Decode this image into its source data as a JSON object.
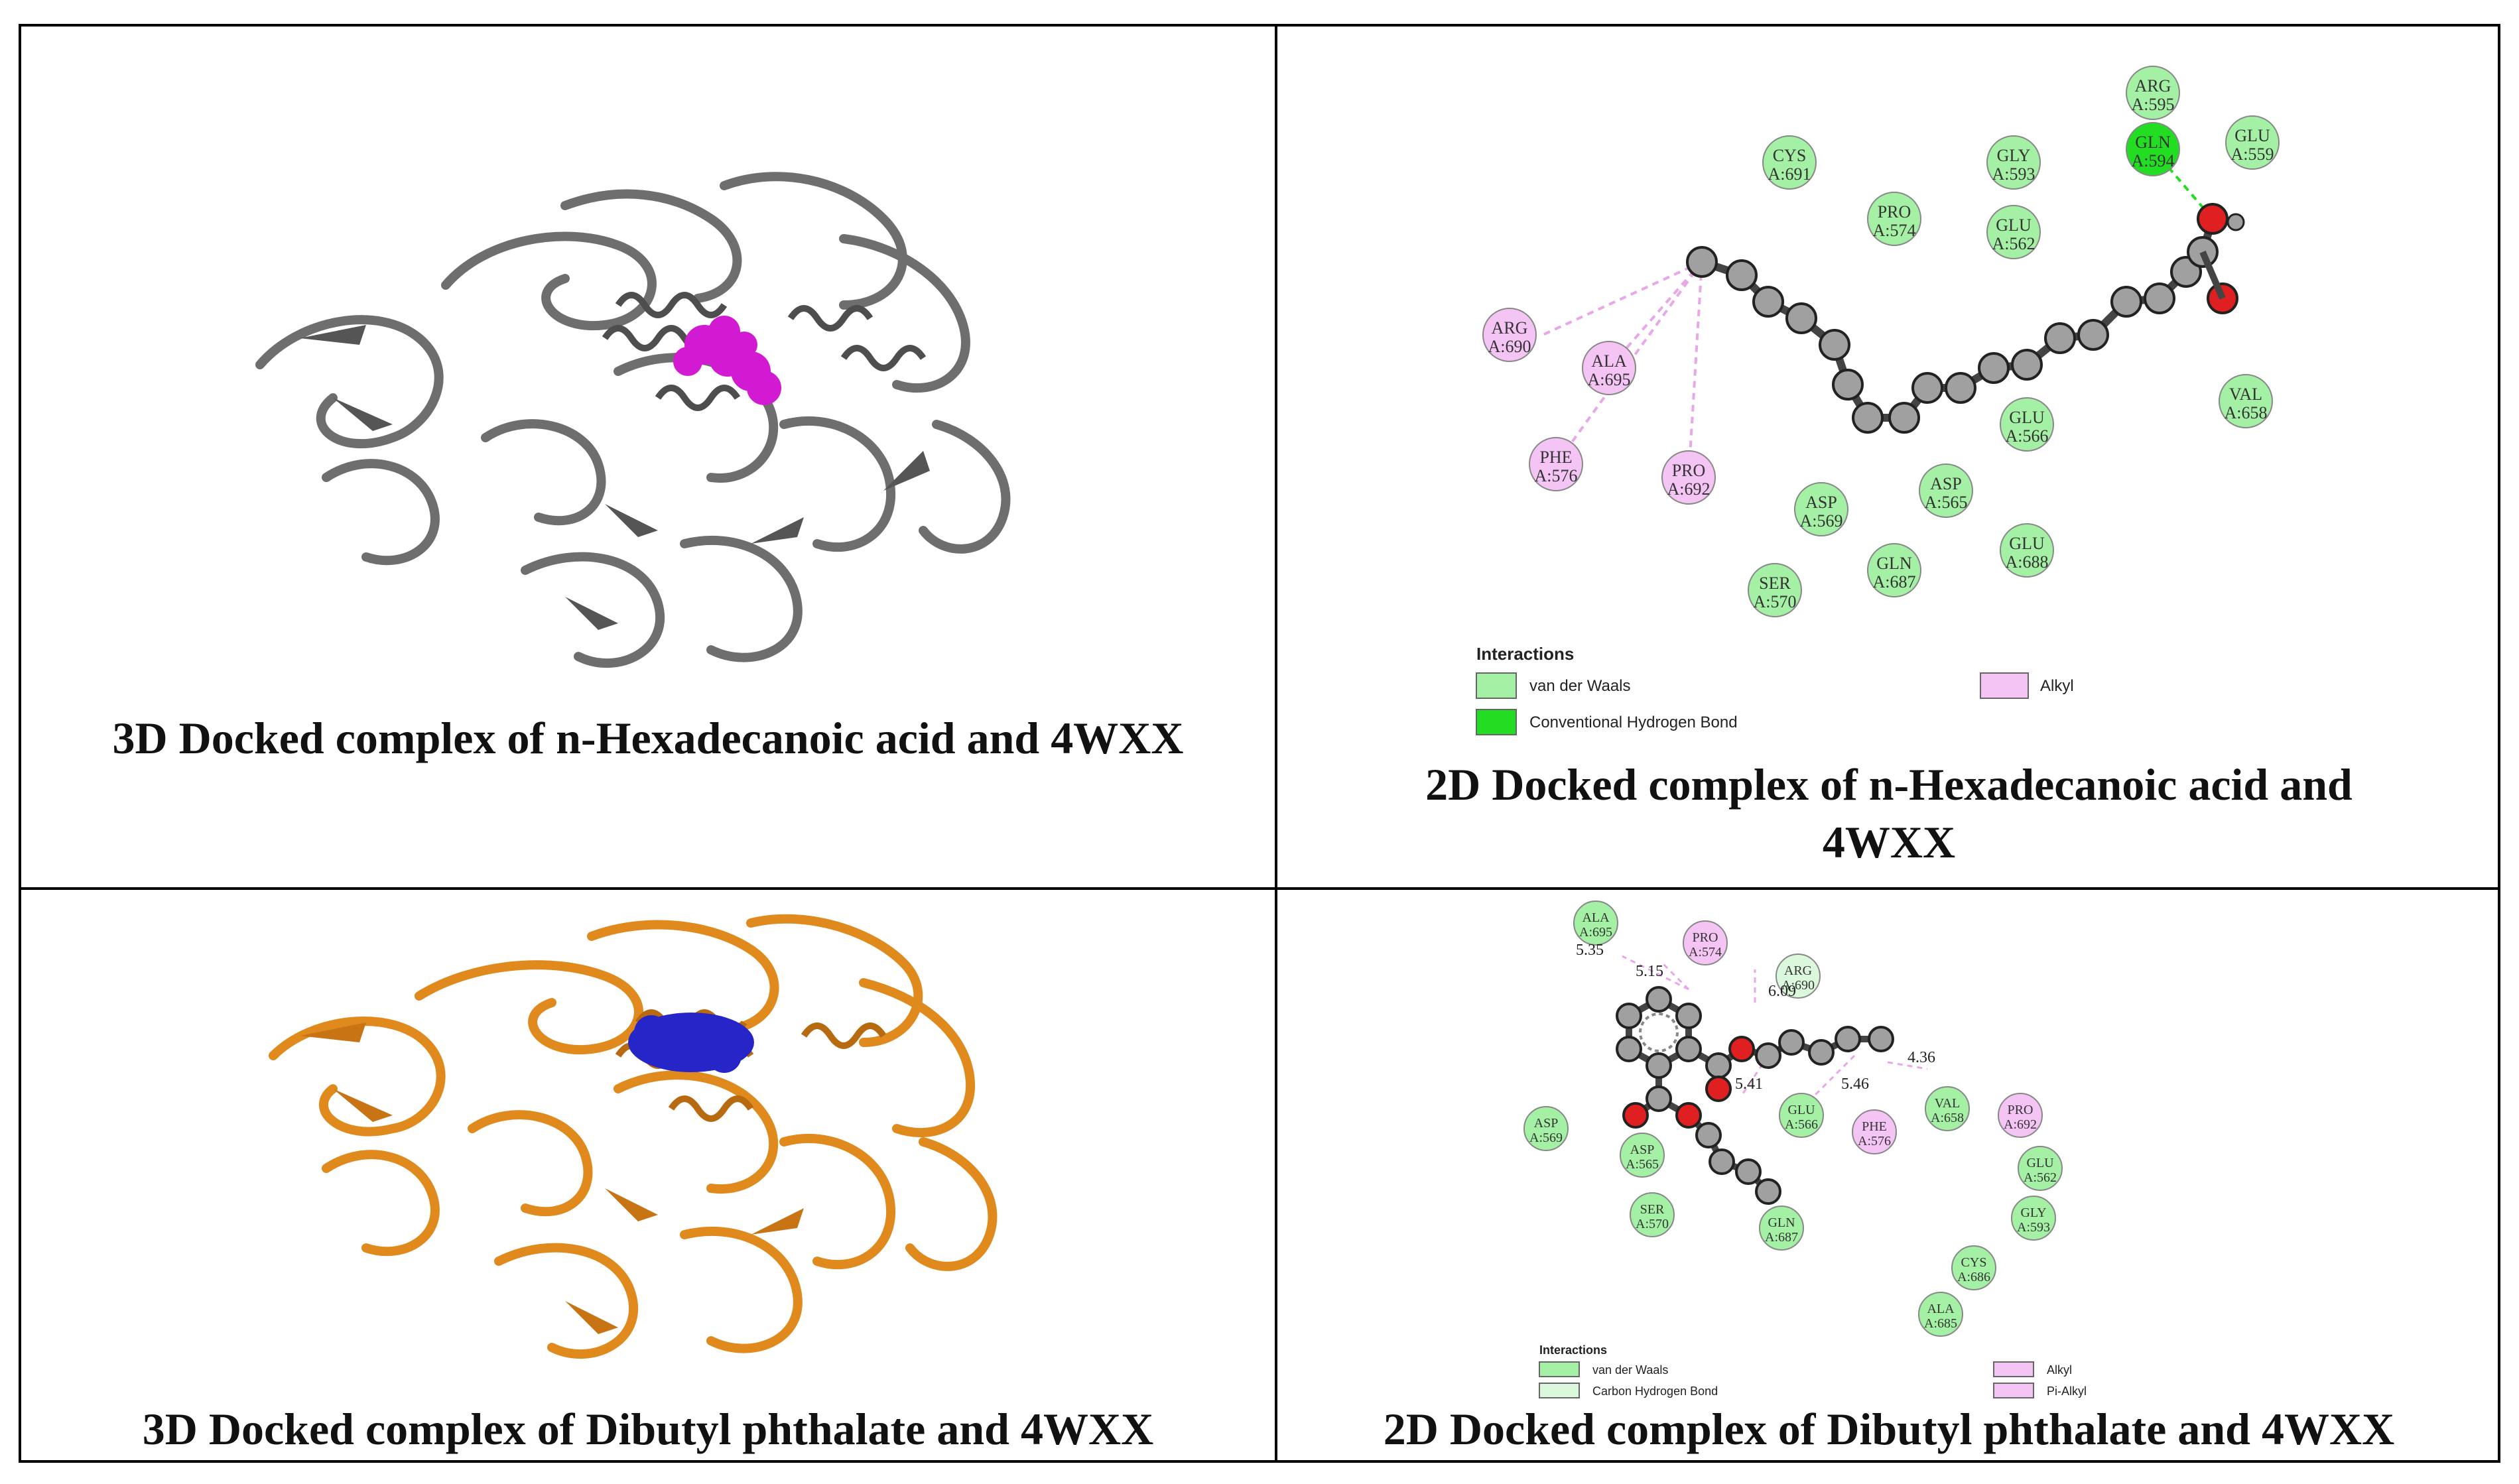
{
  "panels": {
    "top_left": {
      "caption": "3D Docked complex of n-Hexadecanoic acid and 4WXX",
      "protein_color": "#6e6e6e",
      "ligand_color": "#d21ad2"
    },
    "top_right": {
      "caption_line1": "2D Docked complex of n-Hexadecanoic acid and",
      "caption_line2": "4WXX",
      "residues": [
        {
          "name": "ARG",
          "id": "A:595",
          "type": "vdw"
        },
        {
          "name": "GLU",
          "id": "A:559",
          "type": "vdw"
        },
        {
          "name": "GLN",
          "id": "A:594",
          "type": "hbond"
        },
        {
          "name": "GLY",
          "id": "A:593",
          "type": "vdw"
        },
        {
          "name": "CYS",
          "id": "A:691",
          "type": "vdw"
        },
        {
          "name": "PRO",
          "id": "A:574",
          "type": "vdw"
        },
        {
          "name": "GLU",
          "id": "A:562",
          "type": "vdw"
        },
        {
          "name": "ARG",
          "id": "A:690",
          "type": "alkyl"
        },
        {
          "name": "ALA",
          "id": "A:695",
          "type": "alkyl"
        },
        {
          "name": "PHE",
          "id": "A:576",
          "type": "alkyl"
        },
        {
          "name": "PRO",
          "id": "A:692",
          "type": "alkyl"
        },
        {
          "name": "VAL",
          "id": "A:658",
          "type": "vdw"
        },
        {
          "name": "GLU",
          "id": "A:566",
          "type": "vdw"
        },
        {
          "name": "ASP",
          "id": "A:565",
          "type": "vdw"
        },
        {
          "name": "ASP",
          "id": "A:569",
          "type": "vdw"
        },
        {
          "name": "GLU",
          "id": "A:688",
          "type": "vdw"
        },
        {
          "name": "GLN",
          "id": "A:687",
          "type": "vdw"
        },
        {
          "name": "SER",
          "id": "A:570",
          "type": "vdw"
        }
      ],
      "legend": {
        "title": "Interactions",
        "items": [
          {
            "label": "van der Waals",
            "color": "#a4f0a4"
          },
          {
            "label": "Conventional Hydrogen Bond",
            "color": "#22dd22"
          },
          {
            "label": "Alkyl",
            "color": "#f4c4f4"
          }
        ]
      }
    },
    "bottom_left": {
      "caption": "3D Docked complex of Dibutyl phthalate and 4WXX",
      "protein_color": "#e08a1e",
      "ligand_color": "#2626c8"
    },
    "bottom_right": {
      "caption": "2D Docked complex of Dibutyl phthalate and 4WXX",
      "residues": [
        {
          "name": "ALA",
          "id": "A:695",
          "type": "vdw"
        },
        {
          "name": "PRO",
          "id": "A:574",
          "type": "alkyl"
        },
        {
          "name": "ARG",
          "id": "A:690",
          "type": "chbond"
        },
        {
          "name": "ASP",
          "id": "A:569",
          "type": "vdw"
        },
        {
          "name": "ASP",
          "id": "A:565",
          "type": "vdw"
        },
        {
          "name": "SER",
          "id": "A:570",
          "type": "vdw"
        },
        {
          "name": "GLN",
          "id": "A:687",
          "type": "vdw"
        },
        {
          "name": "GLU",
          "id": "A:566",
          "type": "vdw"
        },
        {
          "name": "PHE",
          "id": "A:576",
          "type": "alkyl"
        },
        {
          "name": "VAL",
          "id": "A:658",
          "type": "vdw"
        },
        {
          "name": "PRO",
          "id": "A:692",
          "type": "alkyl"
        },
        {
          "name": "GLU",
          "id": "A:562",
          "type": "vdw"
        },
        {
          "name": "GLY",
          "id": "A:593",
          "type": "vdw"
        },
        {
          "name": "CYS",
          "id": "A:686",
          "type": "vdw"
        },
        {
          "name": "ALA",
          "id": "A:685",
          "type": "vdw"
        }
      ],
      "distances": [
        "5.35",
        "5.15",
        "6.09",
        "5.41",
        "5.46",
        "4.36"
      ],
      "legend": {
        "title": "Interactions",
        "items": [
          {
            "label": "van der Waals",
            "color": "#a4f0a4"
          },
          {
            "label": "Carbon Hydrogen Bond",
            "color": "#dcf8dc"
          },
          {
            "label": "Alkyl",
            "color": "#f4c4f4"
          },
          {
            "label": "Pi-Alkyl",
            "color": "#f4c4f4"
          }
        ]
      }
    }
  }
}
